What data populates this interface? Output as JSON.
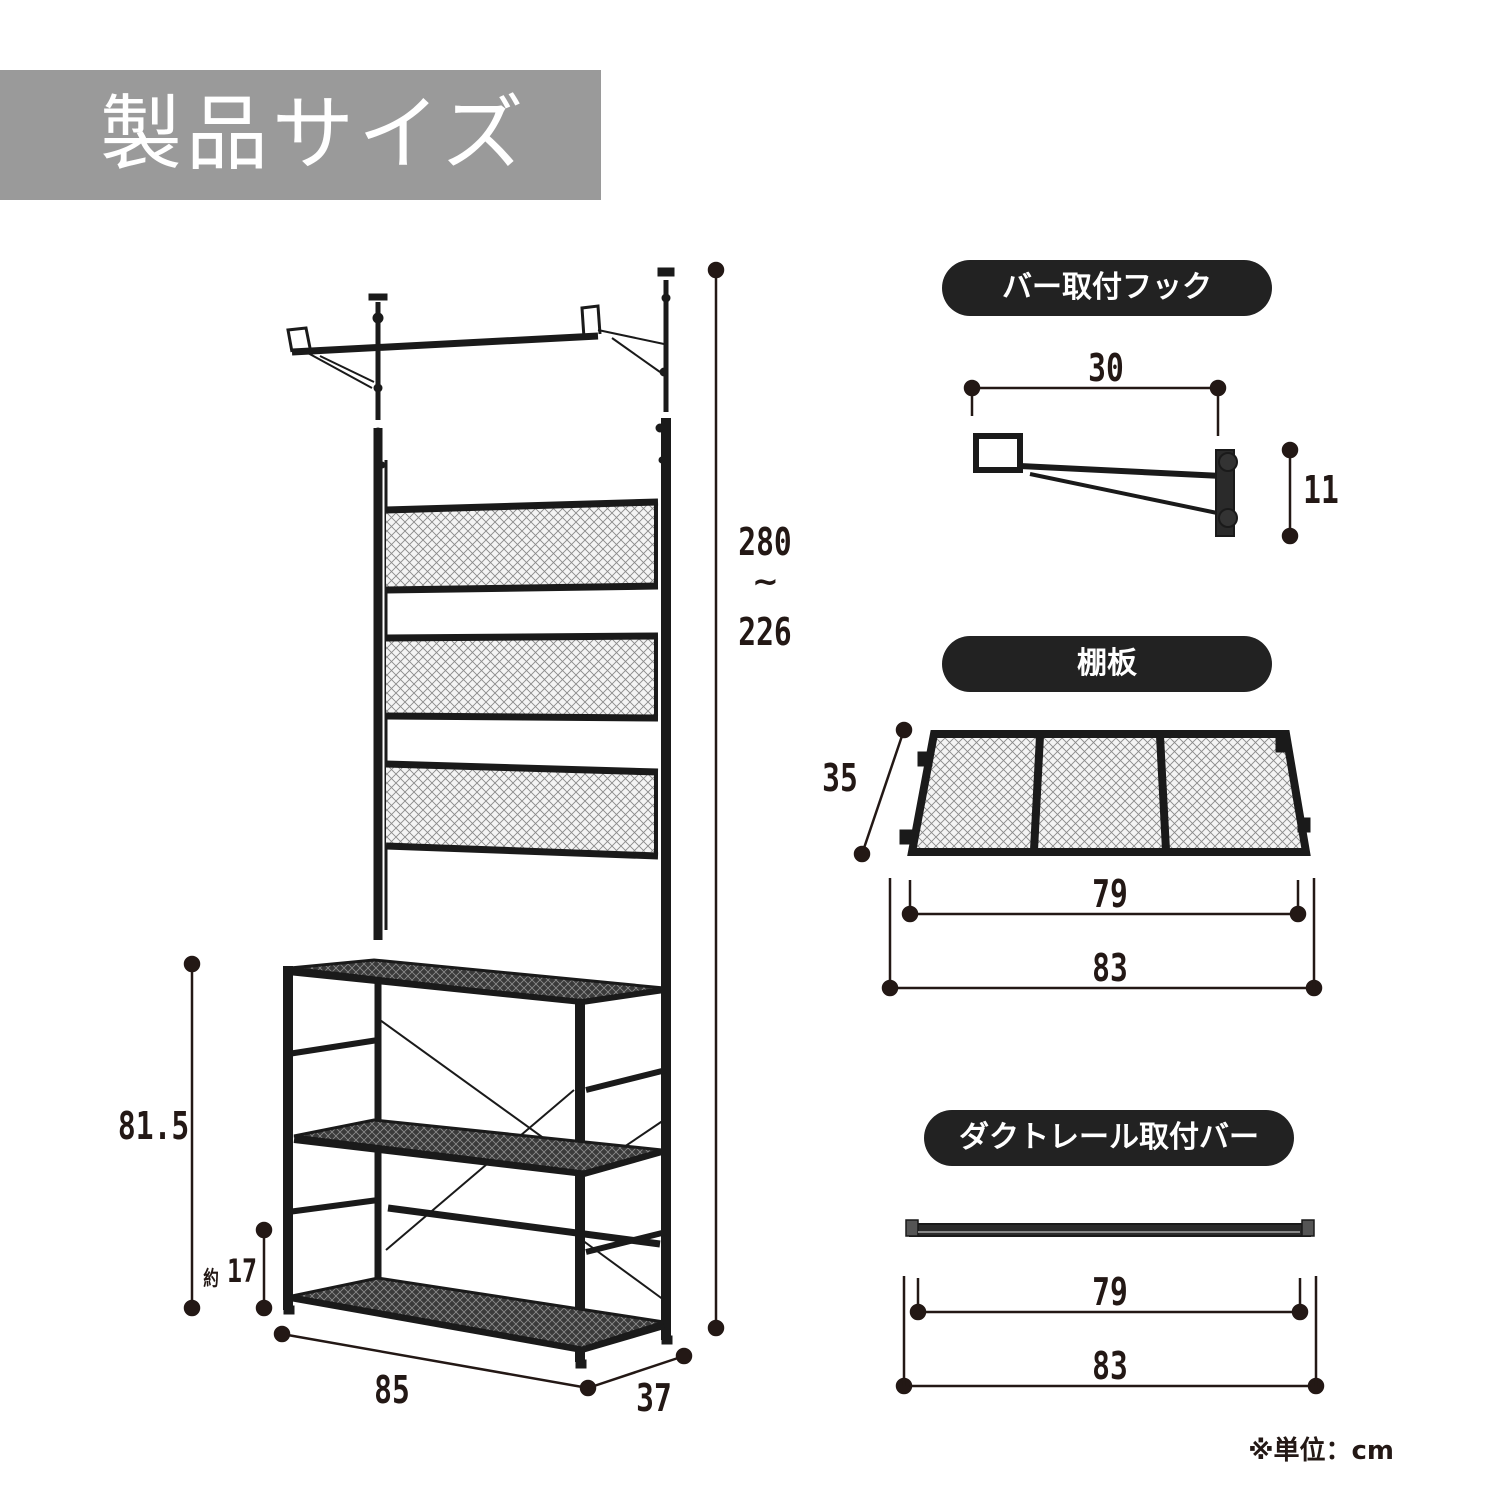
{
  "title": "製品サイズ",
  "parts": {
    "hook": {
      "label": "バー取付フック",
      "width": "30",
      "height": "11"
    },
    "shelf": {
      "label": "棚板",
      "depth": "35",
      "inner_width": "79",
      "outer_width": "83"
    },
    "bar": {
      "label": "ダクトレール取付バー",
      "inner_width": "79",
      "outer_width": "83"
    }
  },
  "rack": {
    "height_max": "280",
    "height_sep": "~",
    "height_min": "226",
    "counter_height": "81.5",
    "bottom_gap_prefix": "約",
    "bottom_gap": "17",
    "width": "85",
    "depth": "37"
  },
  "unit_note": "※単位：cm",
  "colors": {
    "banner": "#9a9a9a",
    "pill": "#222222",
    "line": "#231815",
    "frame": "#1a1a1a"
  }
}
